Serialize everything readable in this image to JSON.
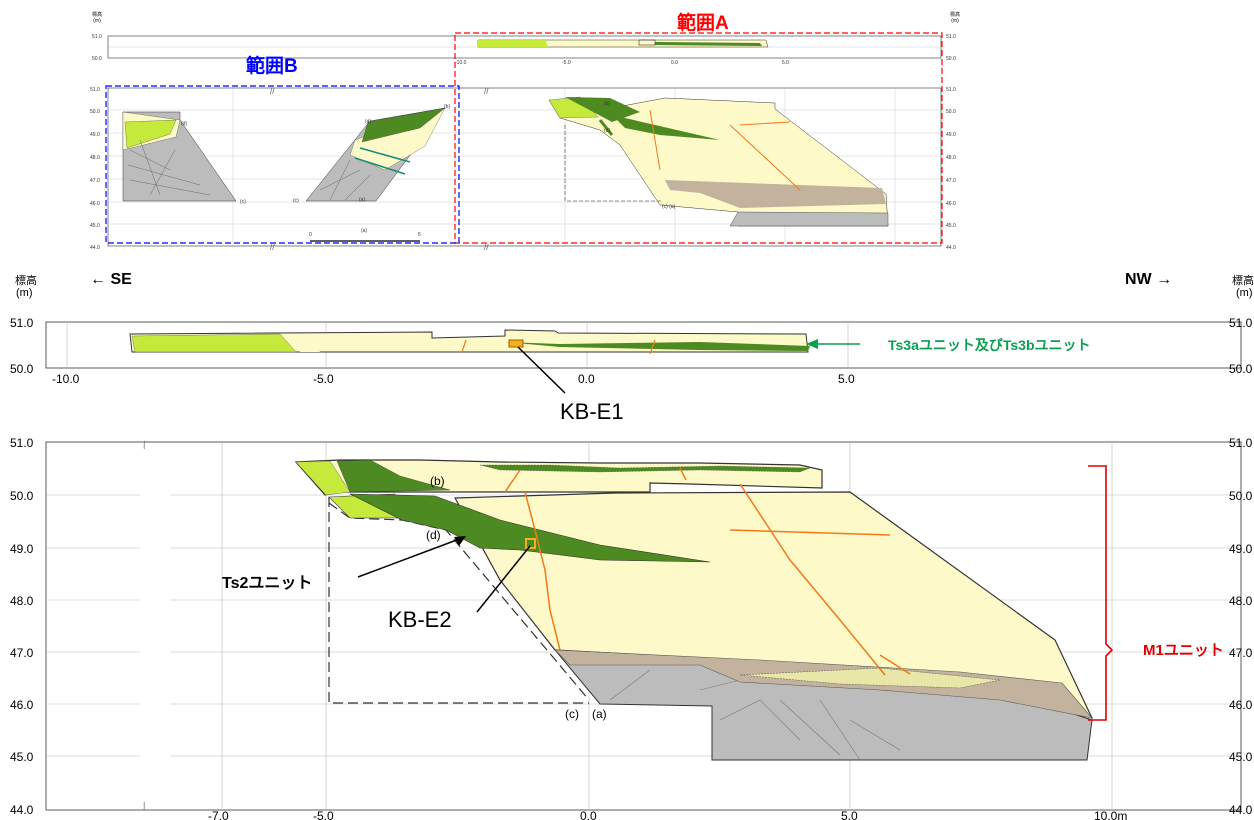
{
  "colors": {
    "light_green": "#c6ea3c",
    "dark_green": "#4e8a22",
    "pale_yellow": "#fdf9c8",
    "gravel": "#c3b39e",
    "gray_fill": "#bcbcbc",
    "fault_orange": "#f07a1a",
    "range_a_color": "#ff0000",
    "range_b_color": "#0000ff",
    "ts3_label_color": "#0aa050",
    "m1_color": "#e00000"
  },
  "overview": {
    "range_a_label": "範囲A",
    "range_b_label": "範囲B",
    "elev_label": "標高",
    "elev_unit": "(m)",
    "top_ticks_y": [
      "51.0",
      "50.0"
    ],
    "top_ticks_x": [
      "-10.0",
      "-5.0",
      "0.0",
      "5.0"
    ],
    "main_ticks_y": [
      "51.0",
      "50.0",
      "49.0",
      "48.0",
      "47.0",
      "46.0",
      "45.0",
      "44.0"
    ],
    "point_labels": [
      "(d)",
      "(b)",
      "(c)",
      "(a)"
    ],
    "scale_labels": [
      "0",
      "(a)",
      "5"
    ]
  },
  "direction": {
    "left": "← SE",
    "right": "NW →"
  },
  "axis": {
    "elev_label": "標高",
    "elev_unit": "(m)",
    "upper_y_ticks": [
      "51.0",
      "50.0"
    ],
    "upper_x_ticks": [
      "-10.0",
      "-5.0",
      "0.0",
      "5.0"
    ],
    "lower_y_ticks": [
      "51.0",
      "50.0",
      "49.0",
      "48.0",
      "47.0",
      "46.0",
      "45.0",
      "44.0"
    ],
    "lower_x_ticks": [
      "-7.0",
      "-5.0",
      "0.0",
      "5.0",
      "10.0m"
    ]
  },
  "annotations": {
    "ts3": "Ts3aユニット及びTs3bユニット",
    "kb_e1": "KB-E1",
    "kb_e2": "KB-E2",
    "ts2": "Ts2ユニット",
    "m1": "M1ユニット",
    "b": "(b)",
    "d": "(d)",
    "c": "(c)",
    "a": "(a)"
  }
}
